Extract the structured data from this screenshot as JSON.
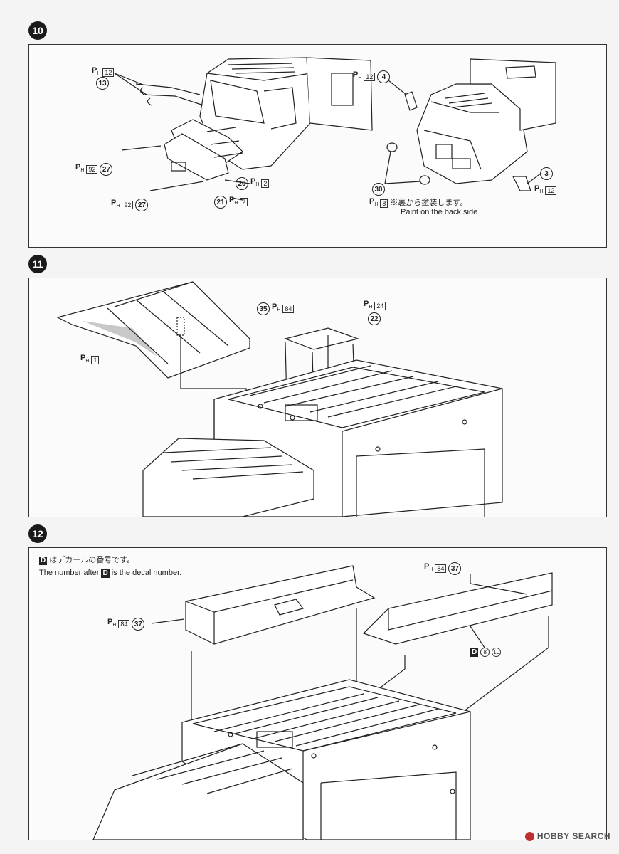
{
  "steps": [
    {
      "number": "10",
      "labels": {
        "ph12_a": {
          "prefix": "P",
          "sub": "H",
          "num": "12"
        },
        "part13": "13",
        "ph92_a": {
          "prefix": "P",
          "sub": "H",
          "num": "92"
        },
        "part27_a": "27",
        "ph92_b": {
          "prefix": "P",
          "sub": "H",
          "num": "92"
        },
        "part27_b": "27",
        "part20": "20",
        "ph2_a": {
          "prefix": "P",
          "sub": "H",
          "num": "2"
        },
        "part21": "21",
        "ph2_b": {
          "prefix": "P",
          "sub": "H",
          "num": "2"
        },
        "ph12_b": {
          "prefix": "P",
          "sub": "H",
          "num": "12"
        },
        "part4": "4",
        "part3": "3",
        "ph12_c": {
          "prefix": "P",
          "sub": "H",
          "num": "12"
        },
        "part30": "30",
        "ph8": {
          "prefix": "P",
          "sub": "H",
          "num": "8"
        },
        "note_jp": "※裏から塗装します。",
        "note_en": "Paint on the back side"
      }
    },
    {
      "number": "11",
      "labels": {
        "part35": "35",
        "ph84": {
          "prefix": "P",
          "sub": "H",
          "num": "84"
        },
        "ph24": {
          "prefix": "P",
          "sub": "H",
          "num": "24"
        },
        "part22": "22",
        "ph1": {
          "prefix": "P",
          "sub": "H",
          "num": "1"
        }
      }
    },
    {
      "number": "12",
      "labels": {
        "decal_letter": "D",
        "note_jp": "はデカールの番号です。",
        "note_en_a": "The number after",
        "note_en_b": "is the decal number.",
        "ph84_a": {
          "prefix": "P",
          "sub": "H",
          "num": "84"
        },
        "part37_a": "37",
        "ph84_b": {
          "prefix": "P",
          "sub": "H",
          "num": "84"
        },
        "part37_b": "37",
        "decal_d": "D",
        "decal_8": "8",
        "decal_10": "10"
      }
    }
  ],
  "watermark": "HOBBY SEARCH",
  "colors": {
    "ink": "#222222",
    "paper": "#fbfbfb",
    "gray_fill": "#c8c8c8",
    "watermark_icon": "#c03030"
  }
}
